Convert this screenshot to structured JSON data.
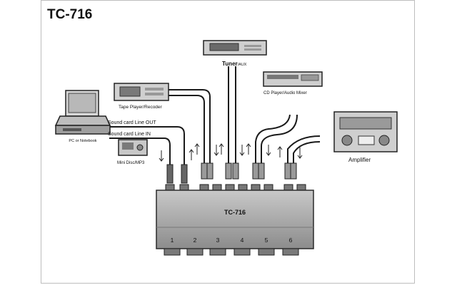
{
  "title": "TC-716",
  "switch": {
    "label": "TC-716",
    "ports": [
      "1",
      "2",
      "3",
      "4",
      "5",
      "6"
    ]
  },
  "devices": {
    "pc": "PC or Notebook",
    "tape": "Tape Player/Recoder",
    "tuner_main": "Tuner",
    "tuner_sub": "/AUX",
    "cd": "CD Player/Audio Mixer",
    "amplifier": "Amplifier",
    "minidisc": "Mini Disc/MP3"
  },
  "connections": {
    "line_out": "Sound card Line OUT",
    "line_in": "Sound card Line IN"
  }
}
